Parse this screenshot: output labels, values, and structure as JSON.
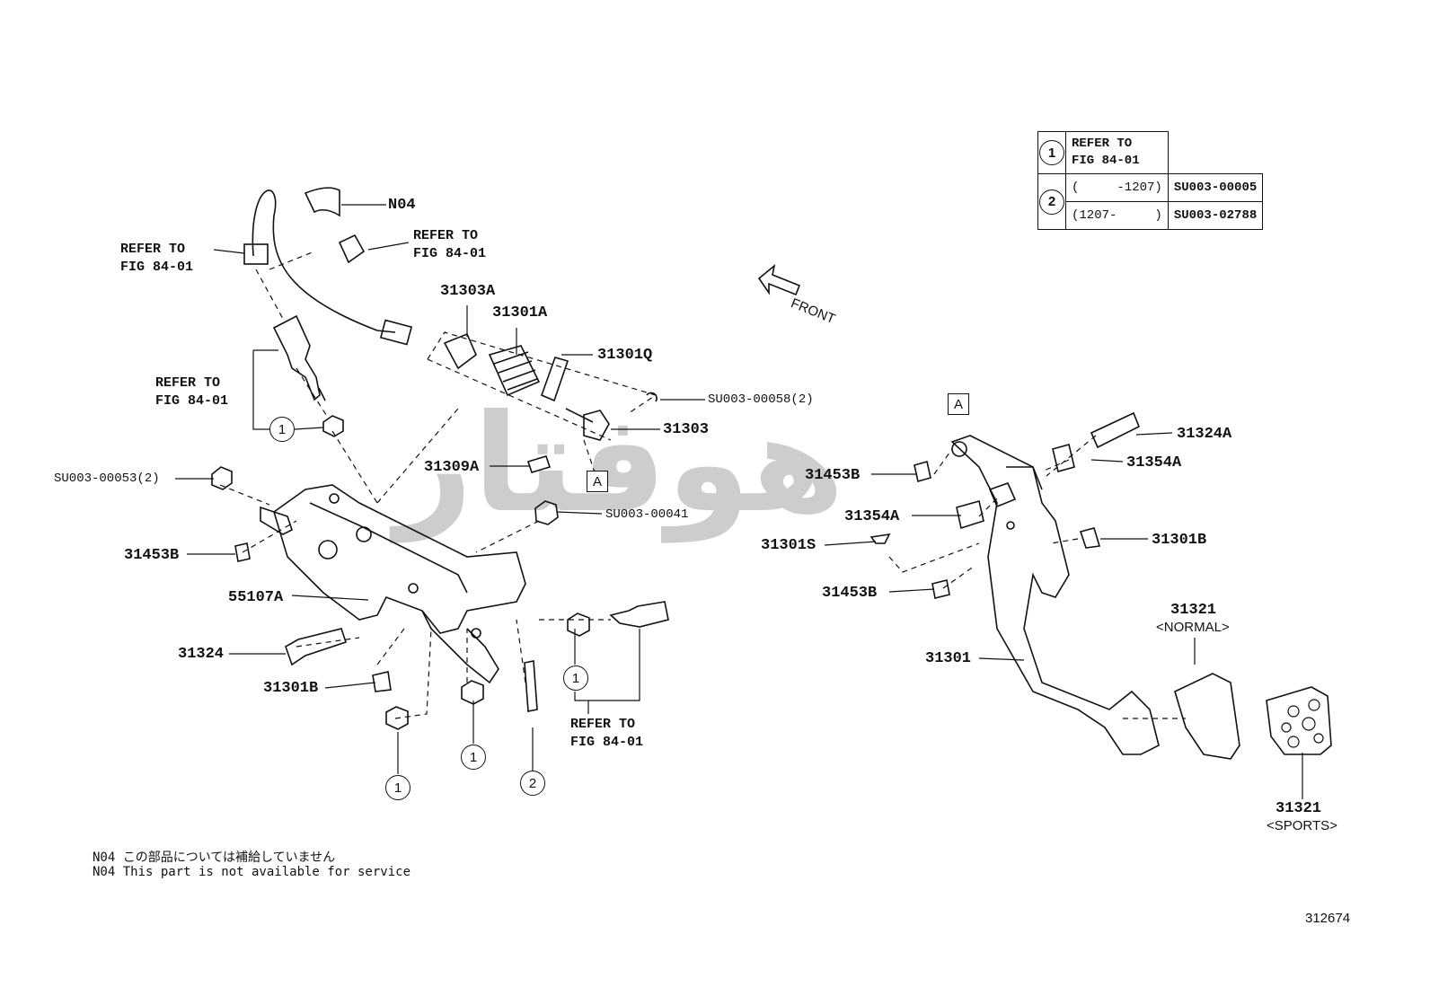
{
  "watermark": "هوفتار",
  "legend": {
    "row1": {
      "circle": "1",
      "text": "REFER TO\nFIG 84-01"
    },
    "row2": {
      "circle": "2",
      "entries": [
        {
          "range": "(     -1207)",
          "code": "SU003-00005"
        },
        {
          "range": "(1207-     )",
          "code": "SU003-02788"
        }
      ]
    }
  },
  "labels": {
    "n04": "N04",
    "refer_left": "REFER TO\nFIG 84-01",
    "refer_top": "REFER TO\nFIG 84-01",
    "refer_switch": "REFER TO\nFIG 84-01",
    "refer_bottom": "REFER TO\nFIG 84-01",
    "p31303a": "31303A",
    "p31301a": "31301A",
    "p31301q": "31301Q",
    "su58": "SU003-00058(2)",
    "p31303": "31303",
    "p31309a": "31309A",
    "su53": "SU003-00053(2)",
    "su41": "SU003-00041",
    "p31453b_left": "31453B",
    "p55107a": "55107A",
    "p31324": "31324",
    "p31301b_left": "31301B",
    "front": "FRONT",
    "p31324a": "31324A",
    "p31354a_right": "31354A",
    "p31453b_mid": "31453B",
    "p31354a_mid": "31354A",
    "p31301s": "31301S",
    "p31301b_right": "31301B",
    "p31453b_low": "31453B",
    "p31301": "31301",
    "p31321_normal": "31321",
    "normal": "<NORMAL>",
    "p31321_sports": "31321",
    "sports": "<SPORTS>",
    "boxA_top": "A",
    "boxA_mid": "A"
  },
  "callouts": {
    "c_switch": "1",
    "c_switch2": "1",
    "c_nut_a": "1",
    "c_nut_b": "1",
    "c_bolt": "2"
  },
  "notes": {
    "jp": "N04 この部品については補給していません",
    "en": "N04 This part is not available for service"
  },
  "figure_number": "312674"
}
